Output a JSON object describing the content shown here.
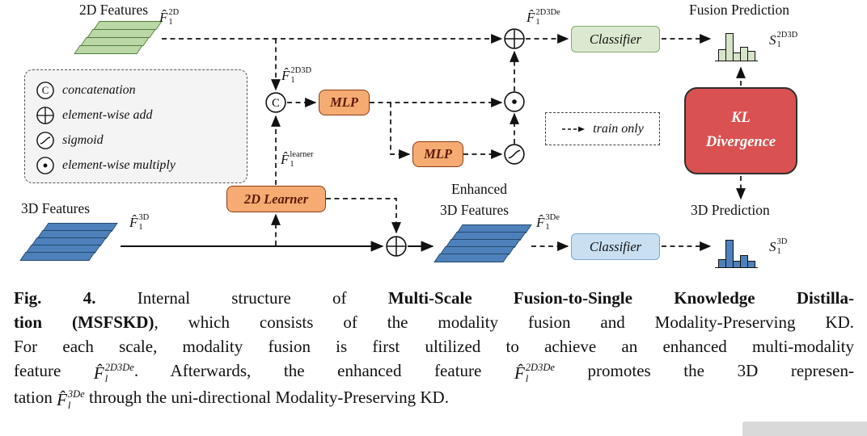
{
  "figure": {
    "labels": {
      "features_2d": "2D Features",
      "features_3d": "3D Features",
      "enhanced_line1": "Enhanced",
      "enhanced_line2": "3D Features",
      "fusion_prediction": "Fusion Prediction",
      "prediction_3d": "3D Prediction",
      "classifier_fusion": "Classifier",
      "classifier_3d": "Classifier",
      "mlp_gate": "MLP",
      "mlp_sigmoid": "MLP",
      "learner_2d": "2D Learner",
      "kl_line1": "KL",
      "kl_line2": "Divergence",
      "train_only": "train only",
      "concat_letter": "C"
    },
    "legend": [
      {
        "icon": "concat-circle-icon",
        "label": "concatenation"
      },
      {
        "icon": "add-circle-icon",
        "label": "element-wise add"
      },
      {
        "icon": "sigmoid-circle-icon",
        "label": "sigmoid"
      },
      {
        "icon": "multiply-circle-icon",
        "label": "element-wise multiply"
      }
    ],
    "math": {
      "f2d": {
        "base": "F̂",
        "sup": "2D",
        "sub": "1"
      },
      "f2d3d": {
        "base": "F̂",
        "sup": "2D3D",
        "sub": "1"
      },
      "f2d3de": {
        "base": "F̂",
        "sup": "2D3De",
        "sub": "1"
      },
      "flearner": {
        "base": "F̂",
        "sup": "learner",
        "sub": "1"
      },
      "f3d": {
        "base": "F̂",
        "sup": "3D",
        "sub": "1"
      },
      "f3de": {
        "base": "F̂",
        "sup": "3De",
        "sub": "1"
      },
      "s2d3d": {
        "base": "S",
        "sup": "2D3D",
        "sub": "1"
      },
      "s3d": {
        "base": "S",
        "sup": "3D",
        "sub": "1"
      }
    },
    "prediction_bars": {
      "fusion": [
        14,
        34,
        10,
        17,
        12
      ],
      "three_d": [
        10,
        34,
        8,
        15,
        8
      ]
    },
    "colors": {
      "feature_2d_fill": "#b9d8a6",
      "feature_2d_border": "#4e7a3a",
      "feature_3d_fill": "#4e81bb",
      "feature_3d_border": "#24486e",
      "mlp_fill": "#f5ab72",
      "mlp_border": "#8e3b12",
      "classifier_fusion_fill": "#dbe9d0",
      "classifier_fusion_border": "#85a96b",
      "classifier_3d_fill": "#c9e0f2",
      "classifier_3d_border": "#79a9d1",
      "kl_fill": "#da5151",
      "legend_fill": "#f4f4f4"
    }
  },
  "caption": {
    "fig_label": "Fig. 4.",
    "line1_rest": " Internal structure of ",
    "line1_bold": "Multi-Scale Fusion-to-Single Knowledge Distilla-",
    "line2_bold": "tion (MSFSKD)",
    "line2_rest": ", which consists of the modality fusion and Modality-Preserving KD.",
    "line3": "For each scale, modality fusion is first ultilized to achieve an enhanced multi-modality",
    "line4_a": "feature ",
    "line4_b": ". Afterwards, the enhanced feature ",
    "line4_c": " promotes the 3D represen-",
    "line5_a": "tation ",
    "line5_b": " through the uni-directional Modality-Preserving KD.",
    "math_f2d3de": {
      "base": "F̂",
      "sup": "2D3De",
      "sub": "l"
    },
    "math_f3de": {
      "base": "F̂",
      "sup": "3De",
      "sub": "l"
    }
  }
}
